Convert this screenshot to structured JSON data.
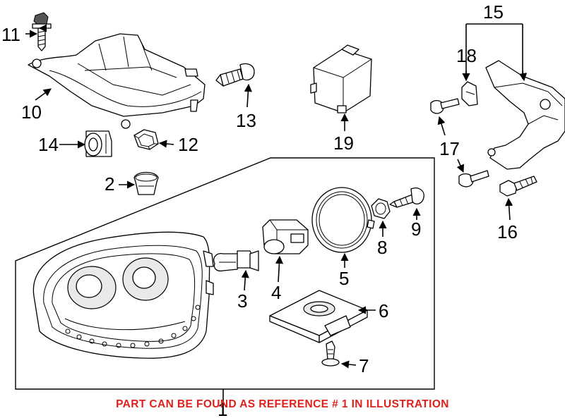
{
  "callouts": [
    "1",
    "2",
    "3",
    "4",
    "5",
    "6",
    "7",
    "8",
    "9",
    "10",
    "11",
    "12",
    "13",
    "14",
    "15",
    "16",
    "17",
    "18",
    "19"
  ],
  "footer_note": "PART CAN BE FOUND AS REFERENCE # 1 IN ILLUSTRATION",
  "colors": {
    "note": "#e0201a",
    "lines": "#000000",
    "background": "#ffffff"
  }
}
